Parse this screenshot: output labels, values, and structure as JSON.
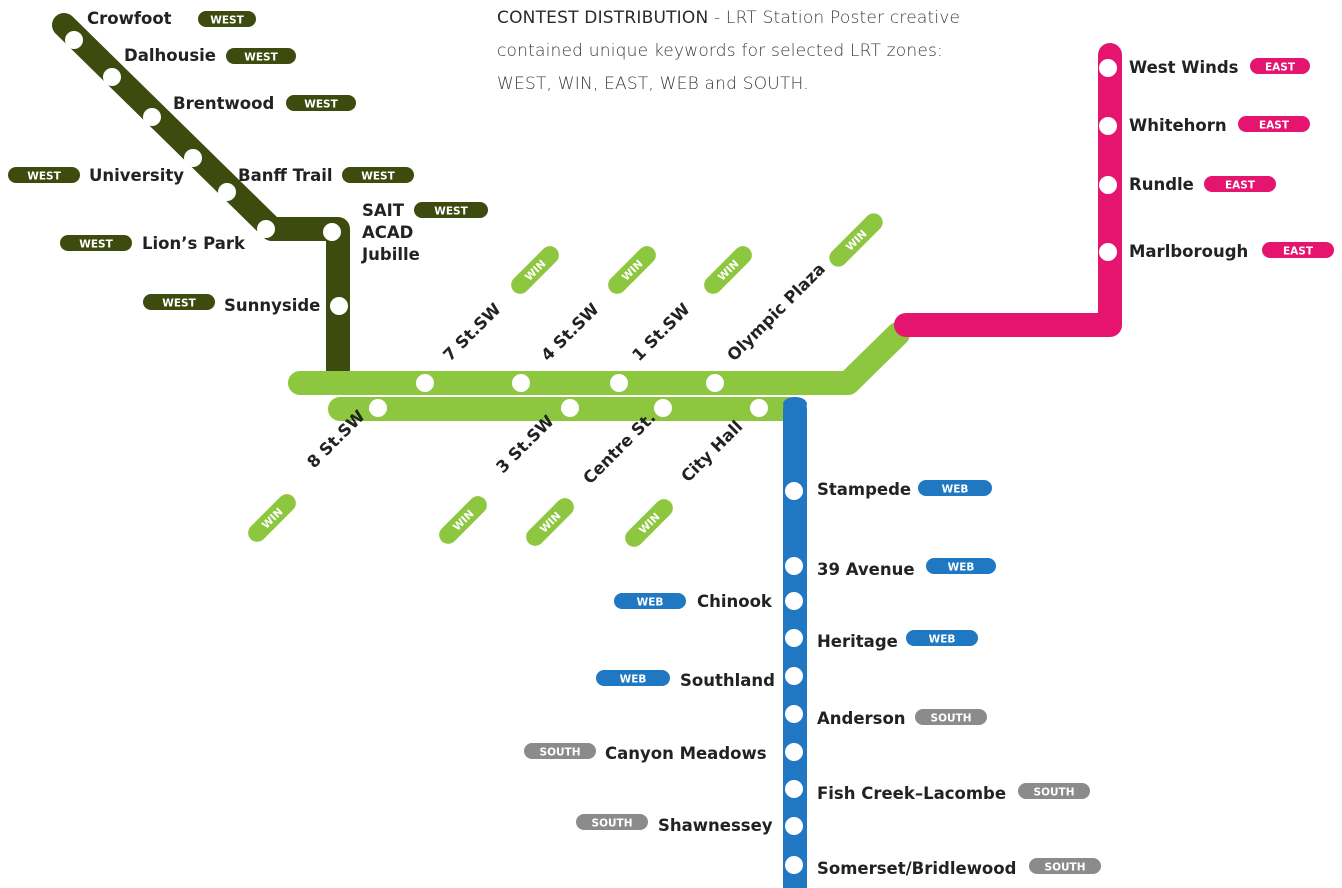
{
  "description": {
    "heading": "CONTEST DISTRIBUTION",
    "line1": " - LRT Station Poster creative",
    "line2": "contained unique keywords for selected LRT zones:",
    "line3": "WEST, WIN, EAST, WEB and SOUTH."
  },
  "colors": {
    "west": "#3d4b0f",
    "win": "#8dc63f",
    "east": "#e5146f",
    "web": "#1f78c1",
    "south": "#8b8b8b",
    "station_dot": "#ffffff"
  },
  "zones": {
    "west": "WEST",
    "win": "WIN",
    "east": "EAST",
    "web": "WEB",
    "south": "SOUTH"
  },
  "stations": {
    "crowfoot": "Crowfoot",
    "dalhousie": "Dalhousie",
    "brentwood": "Brentwood",
    "university": "University",
    "banff_trail": "Banff Trail",
    "lions_park": "Lion’s Park",
    "sait_1": "SAIT",
    "sait_2": "ACAD",
    "sait_3": "Jubille",
    "sunnyside": "Sunnyside",
    "seven_st": "7 St.SW",
    "four_st": "4 St.SW",
    "one_st": "1 St.SW",
    "olympic_plaza": "Olympic Plaza",
    "eight_st": "8 St.SW",
    "three_st": "3 St.SW",
    "centre_st": "Centre St.",
    "city_hall": "City Hall",
    "west_winds": "West Winds",
    "whitehorn": "Whitehorn",
    "rundle": "Rundle",
    "marlborough": "Marlborough",
    "stampede": "Stampede",
    "avenue_39": "39 Avenue",
    "chinook": "Chinook",
    "heritage": "Heritage",
    "southland": "Southland",
    "anderson": "Anderson",
    "canyon_meadows": "Canyon Meadows",
    "fish_creek": "Fish Creek–Lacombe",
    "shawnessey": "Shawnessey",
    "somerset": "Somerset/Bridlewood"
  }
}
